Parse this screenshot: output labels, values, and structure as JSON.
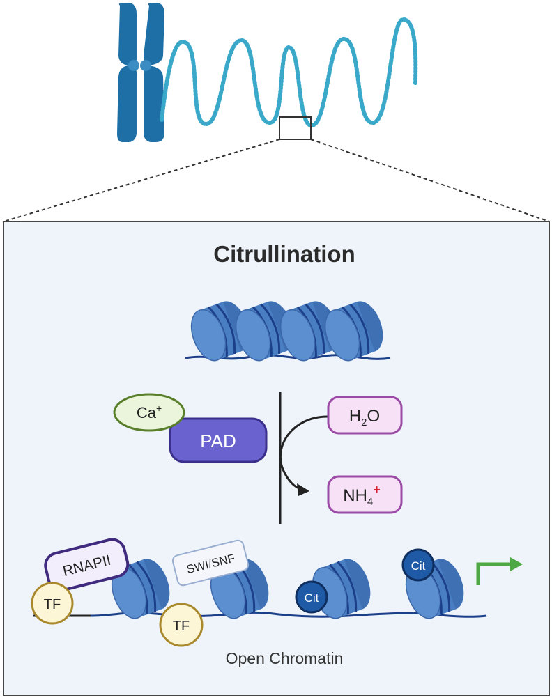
{
  "title": "Citrullination",
  "caption": "Open Chromatin",
  "reaction": {
    "cofactor_label": "Ca",
    "cofactor_charge": "+",
    "enzyme_label": "PAD",
    "substrate_main": "H",
    "substrate_sub": "2",
    "substrate_tail": "O",
    "product_main": "NH",
    "product_sub": "4",
    "product_charge": "+"
  },
  "factors": {
    "rnapii": "RNAPII",
    "swisnf": "SWI/SNF",
    "tf_left": "TF",
    "tf_bottom": "TF",
    "cit_low": "Cit",
    "cit_high": "Cit"
  },
  "colors": {
    "chromosome": "#1e6fa5",
    "dna_dots": "#3aa9c9",
    "panel_bg": "#eef4f9",
    "nucleosome": "#4a7ec2",
    "nucleosome_dark": "#1c3f8a",
    "pad": "#6a63cf",
    "pad_border": "#3a2f8a",
    "calcium_fill": "#eaf5dc",
    "calcium_border": "#5a7f2a",
    "product_fill": "#f6e1f6",
    "product_border": "#9b4aa6",
    "tf_fill": "#fcf5d6",
    "tf_border": "#a9892b",
    "cit_fill": "#1f5aa6",
    "cit_border": "#0f2f60",
    "arrow_green": "#4ea843",
    "charge_red": "#d21f2b"
  },
  "icons": [
    "chromosome-icon",
    "dna-strand-icon",
    "nucleosome-icon",
    "reaction-arrow-icon",
    "transcription-start-arrow-icon"
  ]
}
